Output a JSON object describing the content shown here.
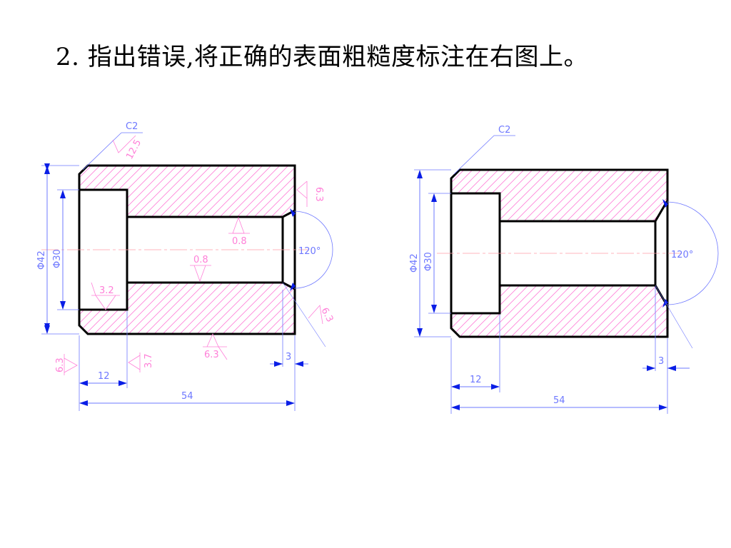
{
  "title": "2. 指出错误,将正确的表面粗糙度标注在右图上。",
  "colors": {
    "outline": "#000000",
    "hatch": "#ff7fd8",
    "dimension": "#6e78ff",
    "arrow": "#0a1ee6",
    "center": "#ff9ea8"
  },
  "left_drawing": {
    "chamfer": "C2",
    "diam_outer": "Φ42",
    "diam_inner": "Φ30",
    "angle": "120°",
    "dim_width_12": "12",
    "dim_width_54": "54",
    "dim_width_3": "3",
    "roughness": {
      "r12_5": "12.5",
      "r6_3_right": "6.3",
      "r0_8_top": "0.8",
      "r0_8_mid": "0.8",
      "r3_2": "3.2",
      "r6_3_bottom": "6.3",
      "r6_3_left": "6.3",
      "r3_7": "3.7"
    }
  },
  "right_drawing": {
    "chamfer": "C2",
    "diam_outer": "Φ42",
    "diam_inner": "Φ30",
    "angle": "120°",
    "dim_width_12": "12",
    "dim_width_54": "54",
    "dim_width_3": "3"
  }
}
